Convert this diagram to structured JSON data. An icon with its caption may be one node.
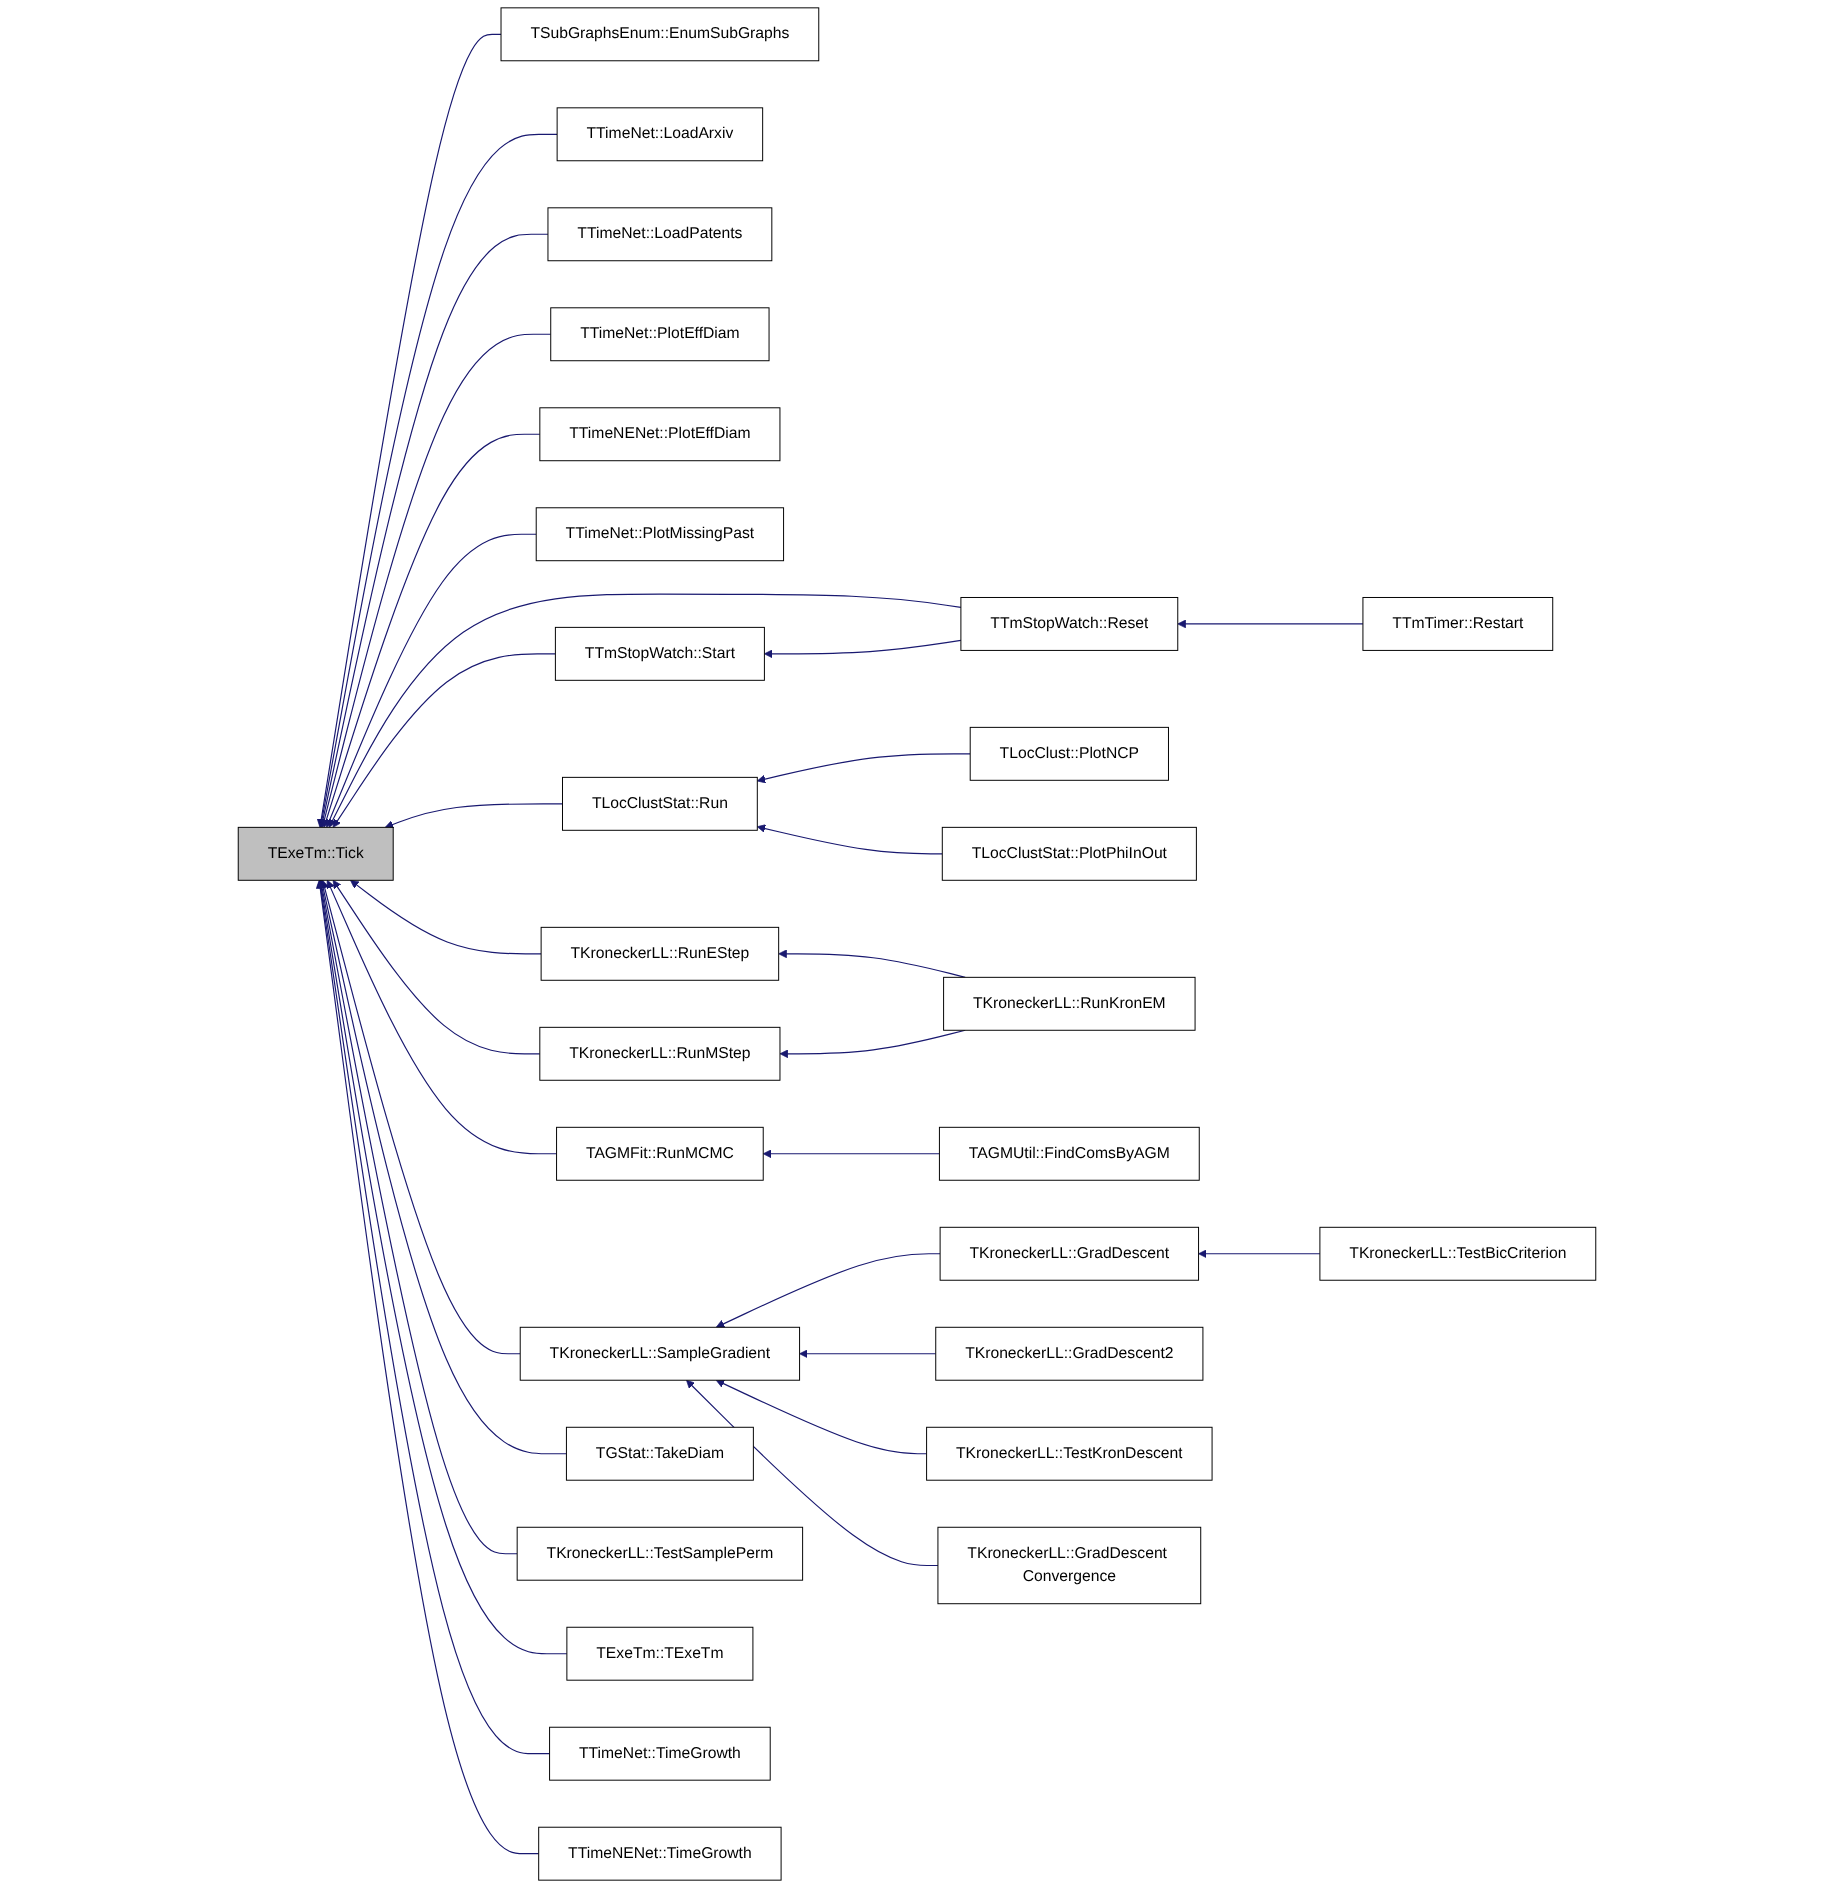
{
  "diagram": {
    "nodes": [
      {
        "text": [
          "TExeTm::Tick"
        ]
      },
      {
        "text": [
          "TSubGraphsEnum::EnumSubGraphs"
        ]
      },
      {
        "text": [
          "TTimeNet::LoadArxiv"
        ]
      },
      {
        "text": [
          "TTimeNet::LoadPatents"
        ]
      },
      {
        "text": [
          "TTimeNet::PlotEffDiam"
        ]
      },
      {
        "text": [
          "TTimeNENet::PlotEffDiam"
        ]
      },
      {
        "text": [
          "TTimeNet::PlotMissingPast"
        ]
      },
      {
        "text": [
          "TTmStopWatch::Reset"
        ]
      },
      {
        "text": [
          "TTmTimer::Restart"
        ]
      },
      {
        "text": [
          "TTmStopWatch::Start"
        ]
      },
      {
        "text": [
          "TLocClustStat::Run"
        ]
      },
      {
        "text": [
          "TLocClust::PlotNCP"
        ]
      },
      {
        "text": [
          "TLocClustStat::PlotPhiInOut"
        ]
      },
      {
        "text": [
          "TKroneckerLL::RunEStep"
        ]
      },
      {
        "text": [
          "TKroneckerLL::RunKronEM"
        ]
      },
      {
        "text": [
          "TKroneckerLL::RunMStep"
        ]
      },
      {
        "text": [
          "TAGMUtil::FindComsByAGM"
        ]
      },
      {
        "text": [
          "TAGMFit::RunMCMC"
        ]
      },
      {
        "text": [
          "TKroneckerLL::GradDescent"
        ]
      },
      {
        "text": [
          "TKroneckerLL::TestBicCriterion"
        ]
      },
      {
        "text": [
          "TKroneckerLL::SampleGradient"
        ]
      },
      {
        "text": [
          "TKroneckerLL::GradDescent2"
        ]
      },
      {
        "text": [
          "TGStat::TakeDiam"
        ]
      },
      {
        "text": [
          "TKroneckerLL::TestKronDescent"
        ]
      },
      {
        "text": [
          "TKroneckerLL::GradDescent Convergence"
        ]
      },
      {
        "text": [
          "TKroneckerLL::TestSamplePerm"
        ]
      },
      {
        "text": [
          "TExeTm::TExeTm"
        ]
      },
      {
        "text": [
          "TTimeNet::TimeGrowth"
        ]
      },
      {
        "text": [
          "TTimeNENet::TimeGrowth"
        ]
      }
    ],
    "edges": [
      {
        "from": 1,
        "to": 0,
        "arrow": "to"
      },
      {
        "from": 2,
        "to": 0,
        "arrow": "to"
      },
      {
        "from": 3,
        "to": 0,
        "arrow": "to"
      },
      {
        "from": 4,
        "to": 0,
        "arrow": "to"
      },
      {
        "from": 5,
        "to": 0,
        "arrow": "to"
      },
      {
        "from": 6,
        "to": 0,
        "arrow": "to"
      },
      {
        "from": 7,
        "to": 0,
        "arrow": "to"
      },
      {
        "from": 8,
        "to": 7,
        "arrow": "to"
      },
      {
        "from": 7,
        "to": 9,
        "arrow": "to"
      },
      {
        "from": 9,
        "to": 0,
        "arrow": "to"
      },
      {
        "from": 10,
        "to": 0,
        "arrow": "to"
      },
      {
        "from": 11,
        "to": 10,
        "arrow": "to"
      },
      {
        "from": 12,
        "to": 10,
        "arrow": "to"
      },
      {
        "from": 13,
        "to": 0,
        "arrow": "to"
      },
      {
        "from": 14,
        "to": 13,
        "arrow": "to"
      },
      {
        "from": 14,
        "to": 15,
        "arrow": "to"
      },
      {
        "from": 15,
        "to": 0,
        "arrow": "to"
      },
      {
        "from": 16,
        "to": 17,
        "arrow": "to"
      },
      {
        "from": 17,
        "to": 0,
        "arrow": "to"
      },
      {
        "from": 18,
        "to": 20,
        "arrow": "to"
      },
      {
        "from": 19,
        "to": 18,
        "arrow": "to"
      },
      {
        "from": 20,
        "to": 0,
        "arrow": "to"
      },
      {
        "from": 21,
        "to": 20,
        "arrow": "to"
      },
      {
        "from": 23,
        "to": 20,
        "arrow": "to"
      },
      {
        "from": 24,
        "to": 20,
        "arrow": "to"
      },
      {
        "from": 22,
        "to": 0,
        "arrow": "to"
      },
      {
        "from": 25,
        "to": 0,
        "arrow": "to"
      },
      {
        "from": 26,
        "to": 0,
        "arrow": "to"
      },
      {
        "from": 27,
        "to": 0,
        "arrow": "to"
      },
      {
        "from": 28,
        "to": 0,
        "arrow": "to"
      }
    ]
  }
}
